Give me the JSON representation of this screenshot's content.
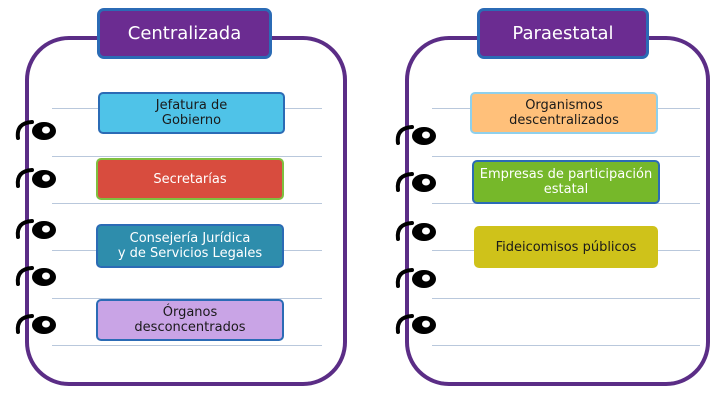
{
  "left": {
    "title": "Centralizada",
    "items": [
      {
        "label": "Jefatura de Gobierno",
        "line1": "Jefatura de",
        "line2": "Gobierno",
        "fill": "#4fc3e8",
        "border": "#2b6bb5",
        "text": "#1a1a1a"
      },
      {
        "label": "Secretarías",
        "fill": "#d84c3e",
        "border": "#7fbf3f",
        "text": "#ffffff"
      },
      {
        "label": "Consejería Jurídica y de Servicios Legales",
        "line1": "Consejería Jurídica",
        "line2": "y de Servicios Legales",
        "fill": "#2e8dac",
        "border": "#2b6bb5",
        "text": "#ffffff"
      },
      {
        "label": "Órganos desconcentrados",
        "line1": "Órganos",
        "line2": "desconcentrados",
        "fill": "#c9a4e6",
        "border": "#2b6bb5",
        "text": "#1a1a1a"
      }
    ]
  },
  "right": {
    "title": "Paraestatal",
    "items": [
      {
        "label": "Organismos descentralizados",
        "line1": "Organismos",
        "line2": "descentralizados",
        "fill": "#ffc07a",
        "border": "#8fd0ec",
        "text": "#1a1a1a"
      },
      {
        "label": "Empresas de participación estatal",
        "line1": "Empresas de participación",
        "line2": "estatal",
        "fill": "#76b82a",
        "border": "#2b6bb5",
        "text": "#ffffff"
      },
      {
        "label": "Fideicomisos públicos",
        "fill": "#cfc21a",
        "border": "#cfc21a",
        "text": "#1a1a1a"
      }
    ]
  },
  "colors": {
    "frame": "#5b2d86",
    "header_fill": "#6b2c91",
    "header_border": "#2b6bb5",
    "rule": "#b9c8dc",
    "ring": "#000000"
  }
}
